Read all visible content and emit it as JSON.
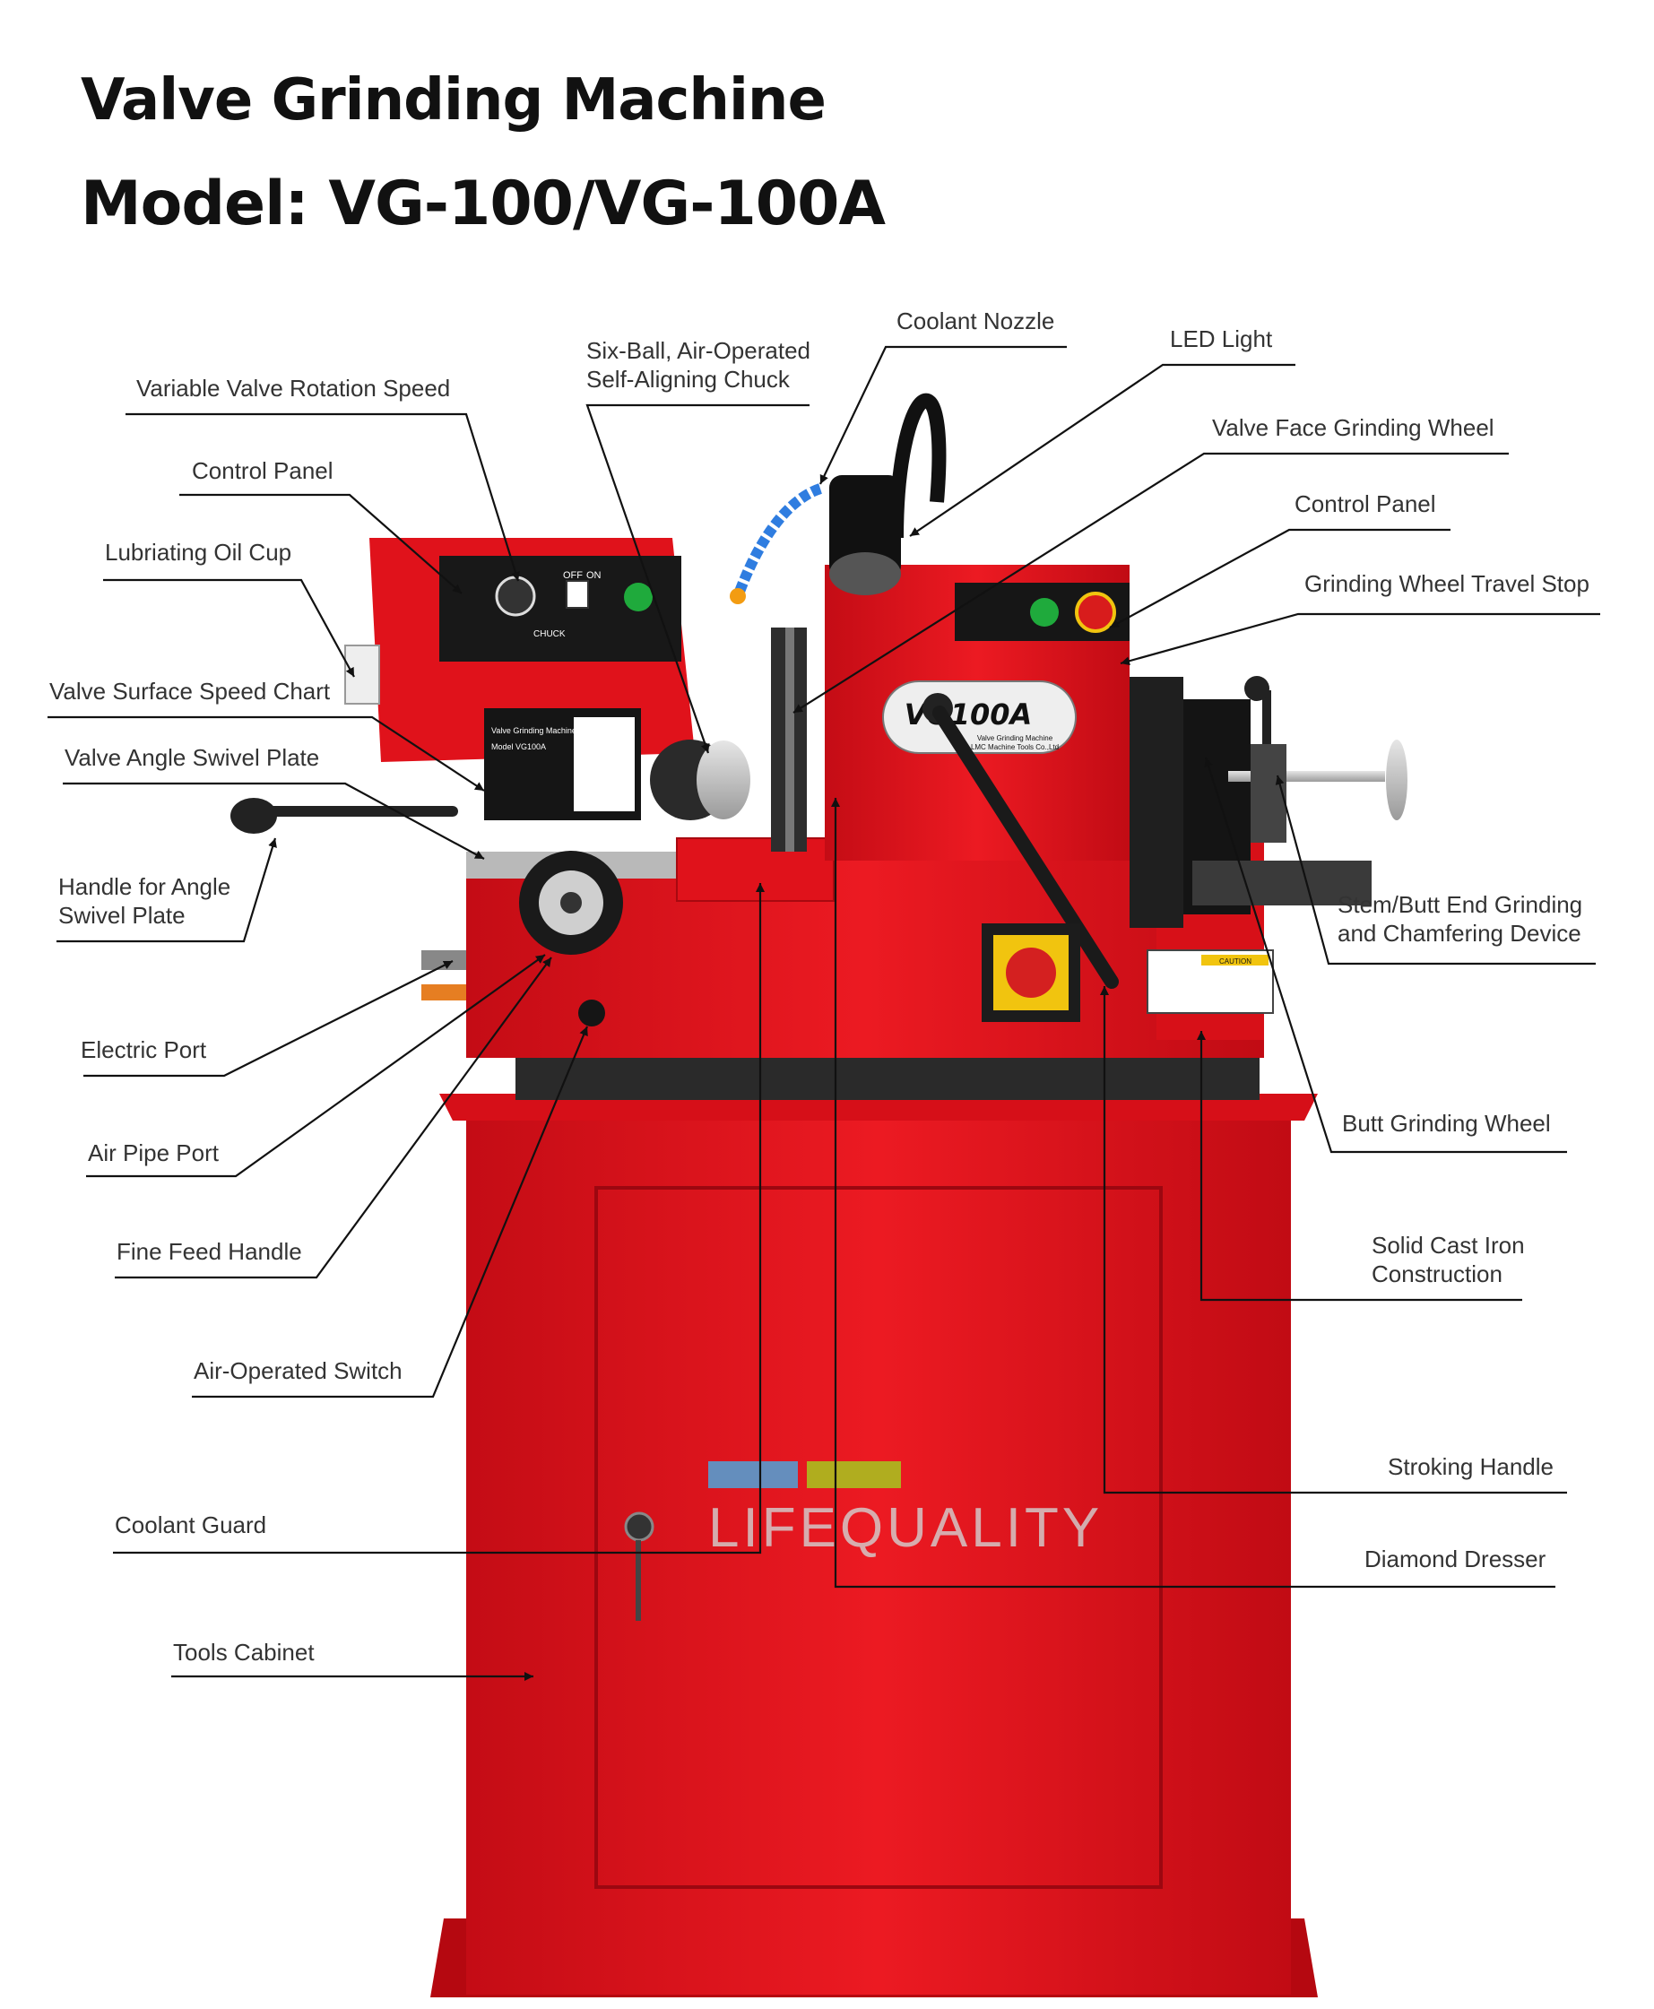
{
  "title": "Valve Grinding Machine",
  "model": "Model: VG-100/VG-100A",
  "machine_badge": {
    "model": "VG100A",
    "line1": "Valve Grinding Machine",
    "line2": "LMC Machine Tools Co.,Ltd"
  },
  "panel": {
    "off": "OFF",
    "on": "ON",
    "chuck": "CHUCK"
  },
  "chart_plate": {
    "line1": "Valve Grinding Machine",
    "line2": "Model VG100A"
  },
  "caution": "CAUTION",
  "watermark": "LIFEQUALITY",
  "callouts": {
    "variable_speed": "Variable Valve Rotation Speed",
    "control_panel_left": "Control Panel",
    "oil_cup": "Lubriating Oil Cup",
    "speed_chart": "Valve Surface Speed Chart",
    "angle_plate": "Valve Angle Swivel Plate",
    "angle_handle_1": "Handle for Angle",
    "angle_handle_2": "Swivel Plate",
    "electric_port": "Electric Port",
    "air_pipe_port": "Air Pipe Port",
    "fine_feed": "Fine Feed Handle",
    "air_switch": "Air-Operated Switch",
    "coolant_guard": "Coolant Guard",
    "tools_cabinet": "Tools Cabinet",
    "chuck_1": "Six-Ball, Air-Operated",
    "chuck_2": "Self-Aligning Chuck",
    "coolant_nozzle": "Coolant Nozzle",
    "led_light": "LED Light",
    "face_wheel": "Valve Face Grinding Wheel",
    "control_panel_right": "Control Panel",
    "travel_stop": "Grinding Wheel Travel Stop",
    "stem_device_1": "Stem/Butt End Grinding",
    "stem_device_2": "and Chamfering Device",
    "butt_wheel": "Butt Grinding Wheel",
    "cast_iron_1": "Solid Cast Iron",
    "cast_iron_2": "Construction",
    "stroking_handle": "Stroking Handle",
    "diamond_dresser": "Diamond Dresser"
  },
  "colors": {
    "machine_red": "#e3101a",
    "dark_red": "#b40a12",
    "panel_black": "#161616",
    "steel": "#c9c9c9",
    "watermark_blue": "#4fa3d9",
    "watermark_green": "#a6c81e"
  }
}
